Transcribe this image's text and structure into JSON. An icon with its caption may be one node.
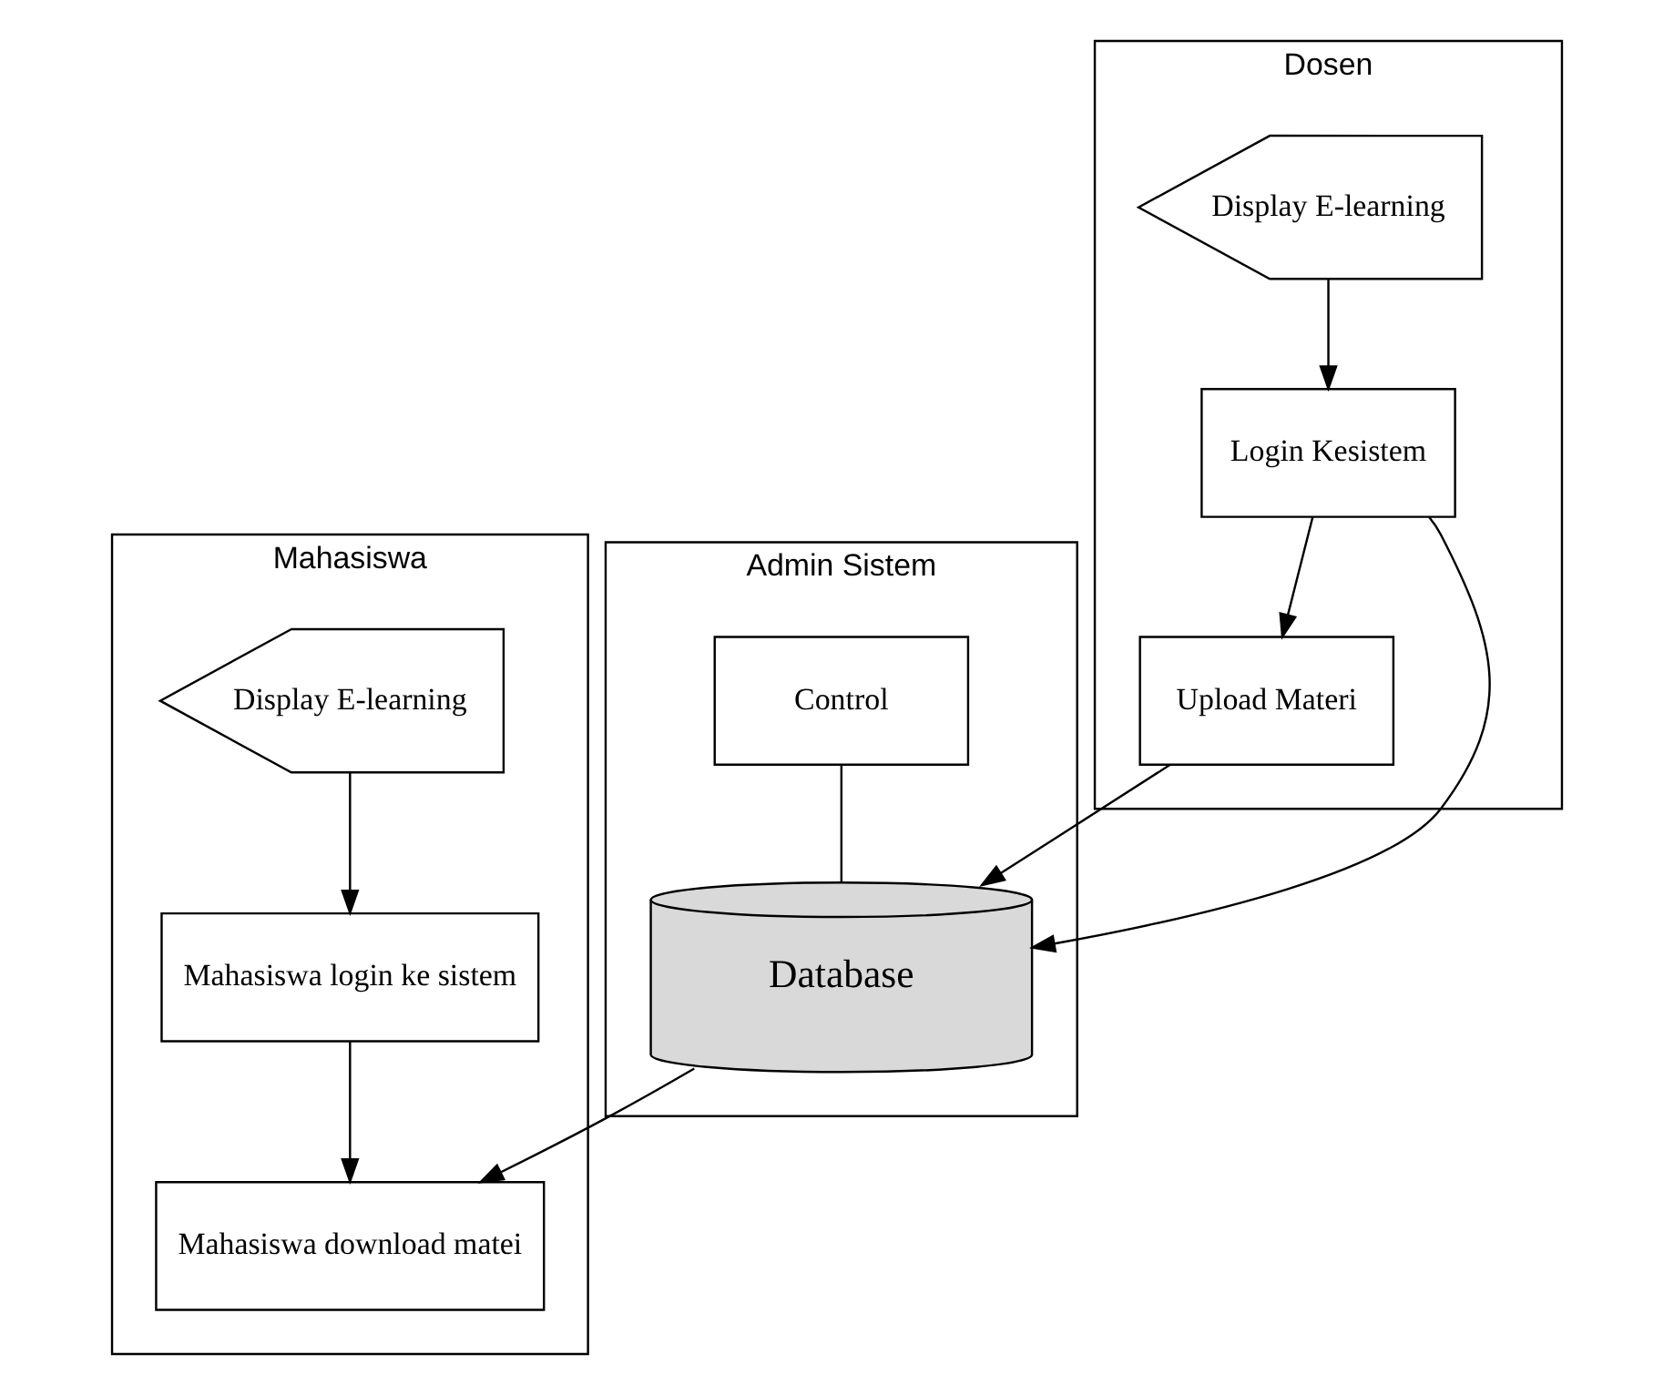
{
  "diagram": {
    "nodes": [
      {
        "text": [
          "Mahasiswa"
        ]
      },
      {
        "text": [
          "Admin Sistem"
        ]
      },
      {
        "text": [
          "Dosen"
        ]
      },
      {
        "text": [
          "Display E-learning"
        ],
        "in": 0
      },
      {
        "text": [
          "Mahasiswa login ke sistem"
        ],
        "in": 0
      },
      {
        "text": [
          "Mahasiswa download matei"
        ],
        "in": 0
      },
      {
        "text": [
          "Control"
        ],
        "in": 1
      },
      {
        "text": [
          "Database"
        ],
        "in": 1
      },
      {
        "text": [
          "Display E-learning"
        ],
        "in": 2
      },
      {
        "text": [
          "Login Kesistem"
        ],
        "in": 2
      },
      {
        "text": [
          "Upload Materi"
        ],
        "in": 2
      }
    ],
    "edges": [
      {
        "from": 3,
        "to": 4,
        "arrow": "to"
      },
      {
        "from": 4,
        "to": 5,
        "arrow": "to"
      },
      {
        "from": 6,
        "to": 7,
        "arrow": "none"
      },
      {
        "from": 7,
        "to": 5,
        "arrow": "to"
      },
      {
        "from": 8,
        "to": 9,
        "arrow": "to"
      },
      {
        "from": 9,
        "to": 7,
        "arrow": "to"
      },
      {
        "from": 9,
        "to": 10,
        "arrow": "to"
      },
      {
        "from": 10,
        "to": 7,
        "arrow": "to"
      }
    ]
  }
}
